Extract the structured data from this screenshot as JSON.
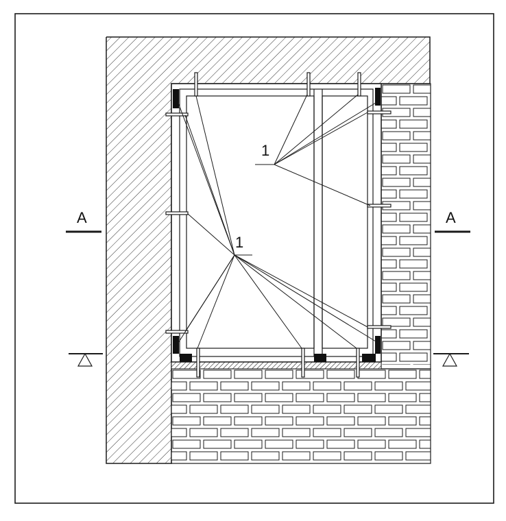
{
  "drawing": {
    "callout_label_1": "1",
    "callout_label_2": "1",
    "section_left": "A",
    "section_right": "A"
  },
  "colors": {
    "ink": "#1a1a1a",
    "paper": "#ffffff",
    "sealant": "#111111"
  }
}
